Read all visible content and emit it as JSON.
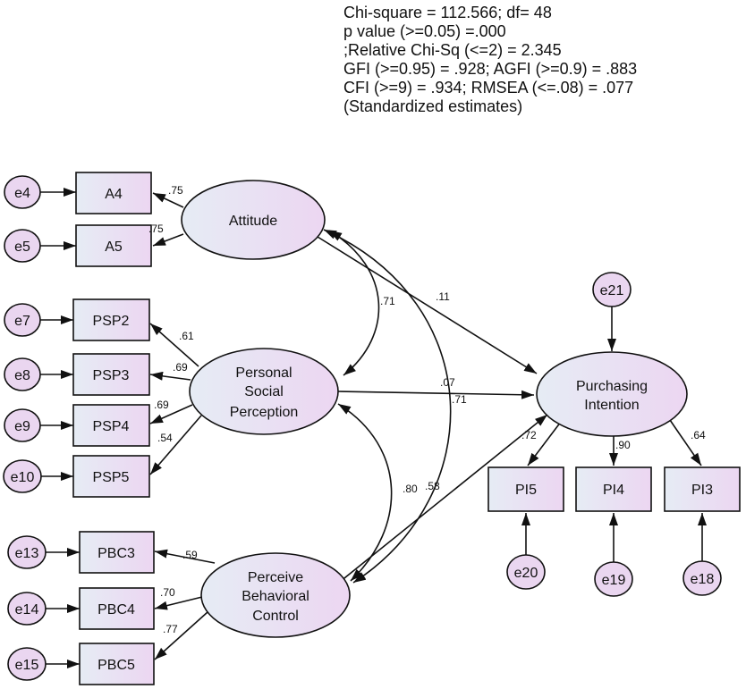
{
  "header": {
    "stats_lines": [
      "Chi-square = 112.566; df= 48",
      "p value (>=0.05) =.000",
      ";Relative Chi-Sq (<=2) = 2.345",
      "GFI (>=0.95) = .928; AGFI (>=0.9) = .883",
      "CFI (>=9) = .934; RMSEA (<=.08) = .077",
      "(Standardized estimates)"
    ]
  },
  "latent": {
    "attitude": [
      "Attitude"
    ],
    "psp": [
      "Personal",
      "Social",
      "Perception"
    ],
    "pbc": [
      "Perceive",
      "Behavioral",
      "Control"
    ],
    "pi": [
      "Purchasing",
      "Intention"
    ]
  },
  "indicators": {
    "a4": "A4",
    "a5": "A5",
    "psp2": "PSP2",
    "psp3": "PSP3",
    "psp4": "PSP4",
    "psp5": "PSP5",
    "pbc3": "PBC3",
    "pbc4": "PBC4",
    "pbc5": "PBC5",
    "pi5": "PI5",
    "pi4": "PI4",
    "pi3": "PI3"
  },
  "errors": {
    "e4": "e4",
    "e5": "e5",
    "e7": "e7",
    "e8": "e8",
    "e9": "e9",
    "e10": "e10",
    "e13": "e13",
    "e14": "e14",
    "e15": "e15",
    "e18": "e18",
    "e19": "e19",
    "e20": "e20",
    "e21": "e21"
  },
  "loadings": {
    "a4": ".75",
    "a5": ".75",
    "psp2": ".61",
    "psp3": ".69",
    "psp4": ".69",
    "psp5": ".54",
    "pbc3": ".59",
    "pbc4": ".70",
    "pbc5": ".77",
    "pi5": ".72",
    "pi4": ".90",
    "pi3": ".64"
  },
  "paths": {
    "attitude_pi": ".11",
    "psp_pi": ".07",
    "pbc_pi": ".71"
  },
  "correlations": {
    "attitude_psp": ".71",
    "psp_pbc": ".80",
    "attitude_pbc": ".58"
  }
}
